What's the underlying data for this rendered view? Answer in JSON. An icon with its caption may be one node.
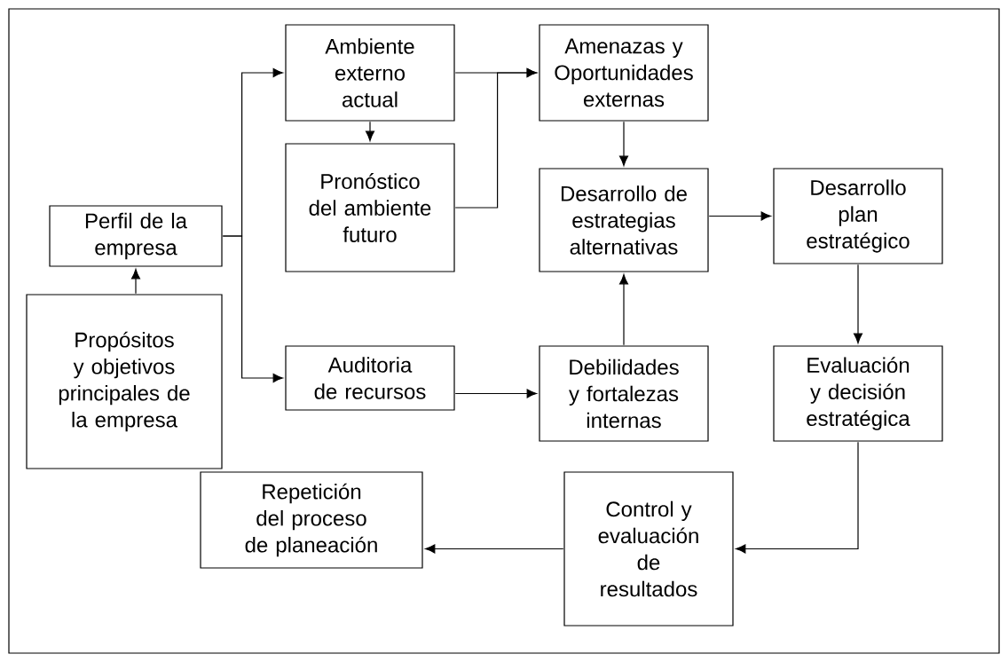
{
  "diagram": {
    "nodes": [
      {
        "text": [
          "Perfil de la empresa"
        ]
      },
      {
        "text": [
          "Propósitos y objetivos principales de la empresa"
        ]
      },
      {
        "text": [
          "Ambiente externo actual"
        ]
      },
      {
        "text": [
          "Pronóstico del ambiente futuro"
        ]
      },
      {
        "text": [
          "Auditoria de recursos"
        ]
      },
      {
        "text": [
          "Amenazas y Oportunidades externas"
        ]
      },
      {
        "text": [
          "Desarrollo de estrategias alternativas"
        ]
      },
      {
        "text": [
          "Debilidades y fortalezas internas"
        ]
      },
      {
        "text": [
          "Desarrollo plan estratégico"
        ]
      },
      {
        "text": [
          "Evaluación y decisión estratégica"
        ]
      },
      {
        "text": [
          "Control y evaluación de resultados"
        ]
      },
      {
        "text": [
          "Repetición del proceso de planeación"
        ]
      }
    ],
    "edges": [
      {
        "from": 1,
        "to": 0,
        "arrow": "to"
      },
      {
        "from": 0,
        "to": 2,
        "arrow": "to"
      },
      {
        "from": 0,
        "to": 4,
        "arrow": "to"
      },
      {
        "from": 2,
        "to": 3,
        "arrow": "to"
      },
      {
        "from": 2,
        "to": 5,
        "arrow": "to"
      },
      {
        "from": 3,
        "to": 5,
        "arrow": "to"
      },
      {
        "from": 5,
        "to": 6,
        "arrow": "to"
      },
      {
        "from": 7,
        "to": 6,
        "arrow": "to"
      },
      {
        "from": 4,
        "to": 7,
        "arrow": "to"
      },
      {
        "from": 6,
        "to": 8,
        "arrow": "to"
      },
      {
        "from": 8,
        "to": 9,
        "arrow": "to"
      },
      {
        "from": 9,
        "to": 10,
        "arrow": "to"
      },
      {
        "from": 10,
        "to": 11,
        "arrow": "to"
      }
    ]
  }
}
